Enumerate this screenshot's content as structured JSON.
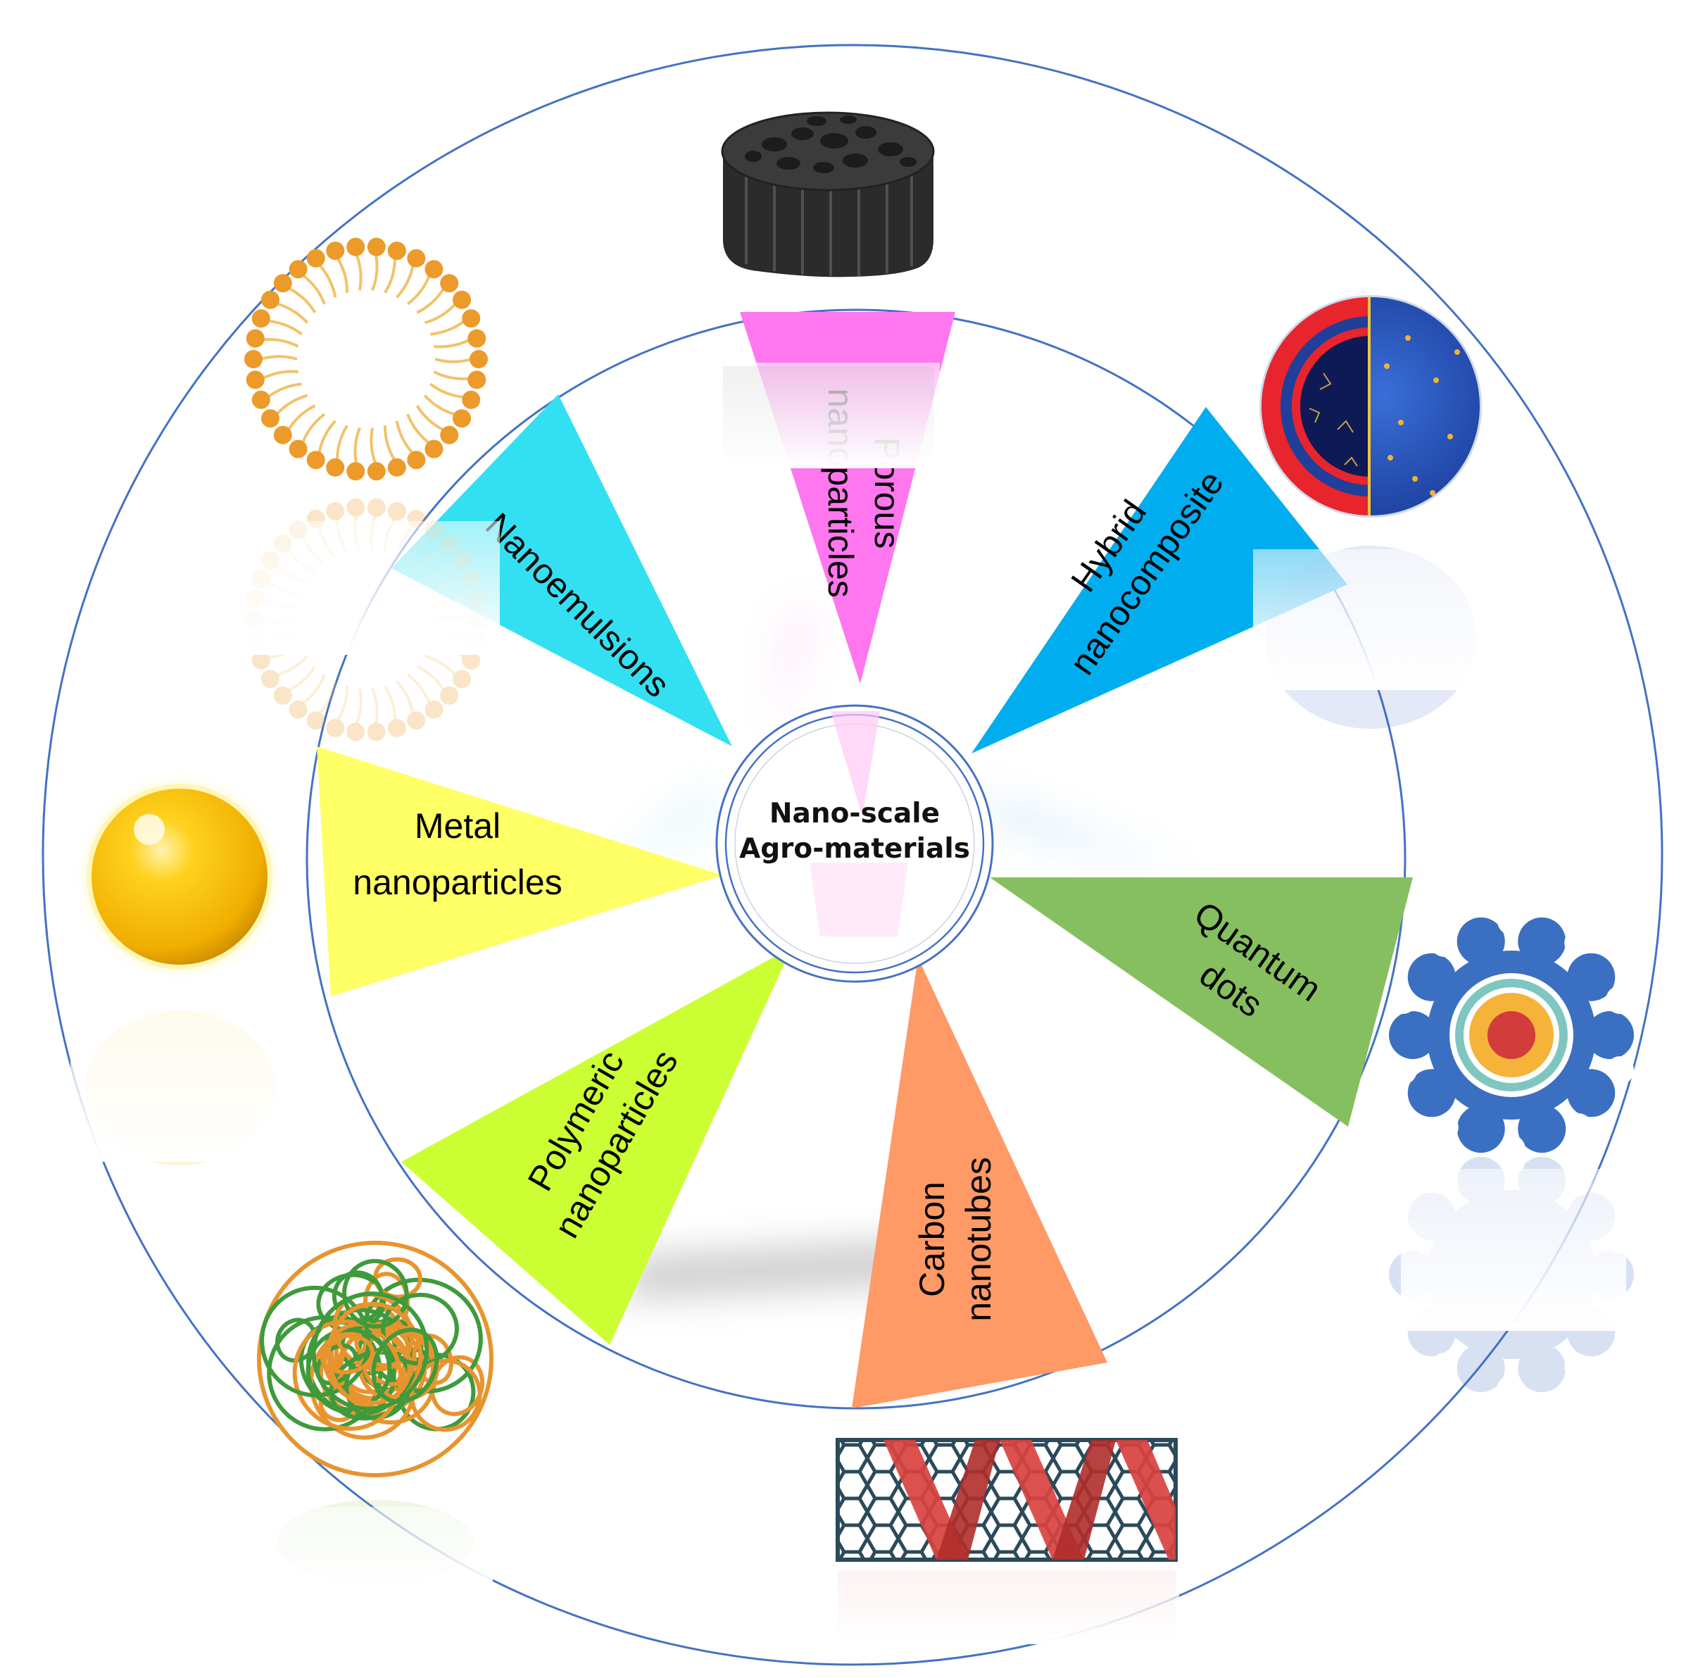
{
  "center": {
    "line1": "Nano-scale",
    "line2": "Agro-materials"
  },
  "segments": [
    {
      "id": "porous",
      "lines": [
        "Porous",
        "nanoparticles"
      ],
      "color": "#ff77ee",
      "icon": "porous-carbon-icon"
    },
    {
      "id": "hybrid",
      "lines": [
        "Hybrid",
        "nanocomposite"
      ],
      "color": "#00aeef",
      "icon": "hybrid-nanosphere-icon"
    },
    {
      "id": "quantum",
      "lines": [
        "Quantum",
        "dots"
      ],
      "color": "#86bf5f",
      "icon": "quantum-dot-gear-icon"
    },
    {
      "id": "carbon",
      "lines": [
        "Carbon",
        "nanotubes"
      ],
      "color": "#ff9966",
      "icon": "carbon-nanotube-icon"
    },
    {
      "id": "polymeric",
      "lines": [
        "Polymeric",
        "nanoparticles"
      ],
      "color": "#ccff33",
      "icon": "polymer-coil-icon"
    },
    {
      "id": "metal",
      "lines": [
        "Metal",
        "nanoparticles"
      ],
      "color": "#ffff66",
      "icon": "gold-sphere-icon"
    },
    {
      "id": "nanoemulsions",
      "lines": [
        "Nanoemulsions"
      ],
      "color": "#33e0f2",
      "icon": "micelle-icon"
    }
  ],
  "colors": {
    "ring_stroke": "#4472c4"
  }
}
